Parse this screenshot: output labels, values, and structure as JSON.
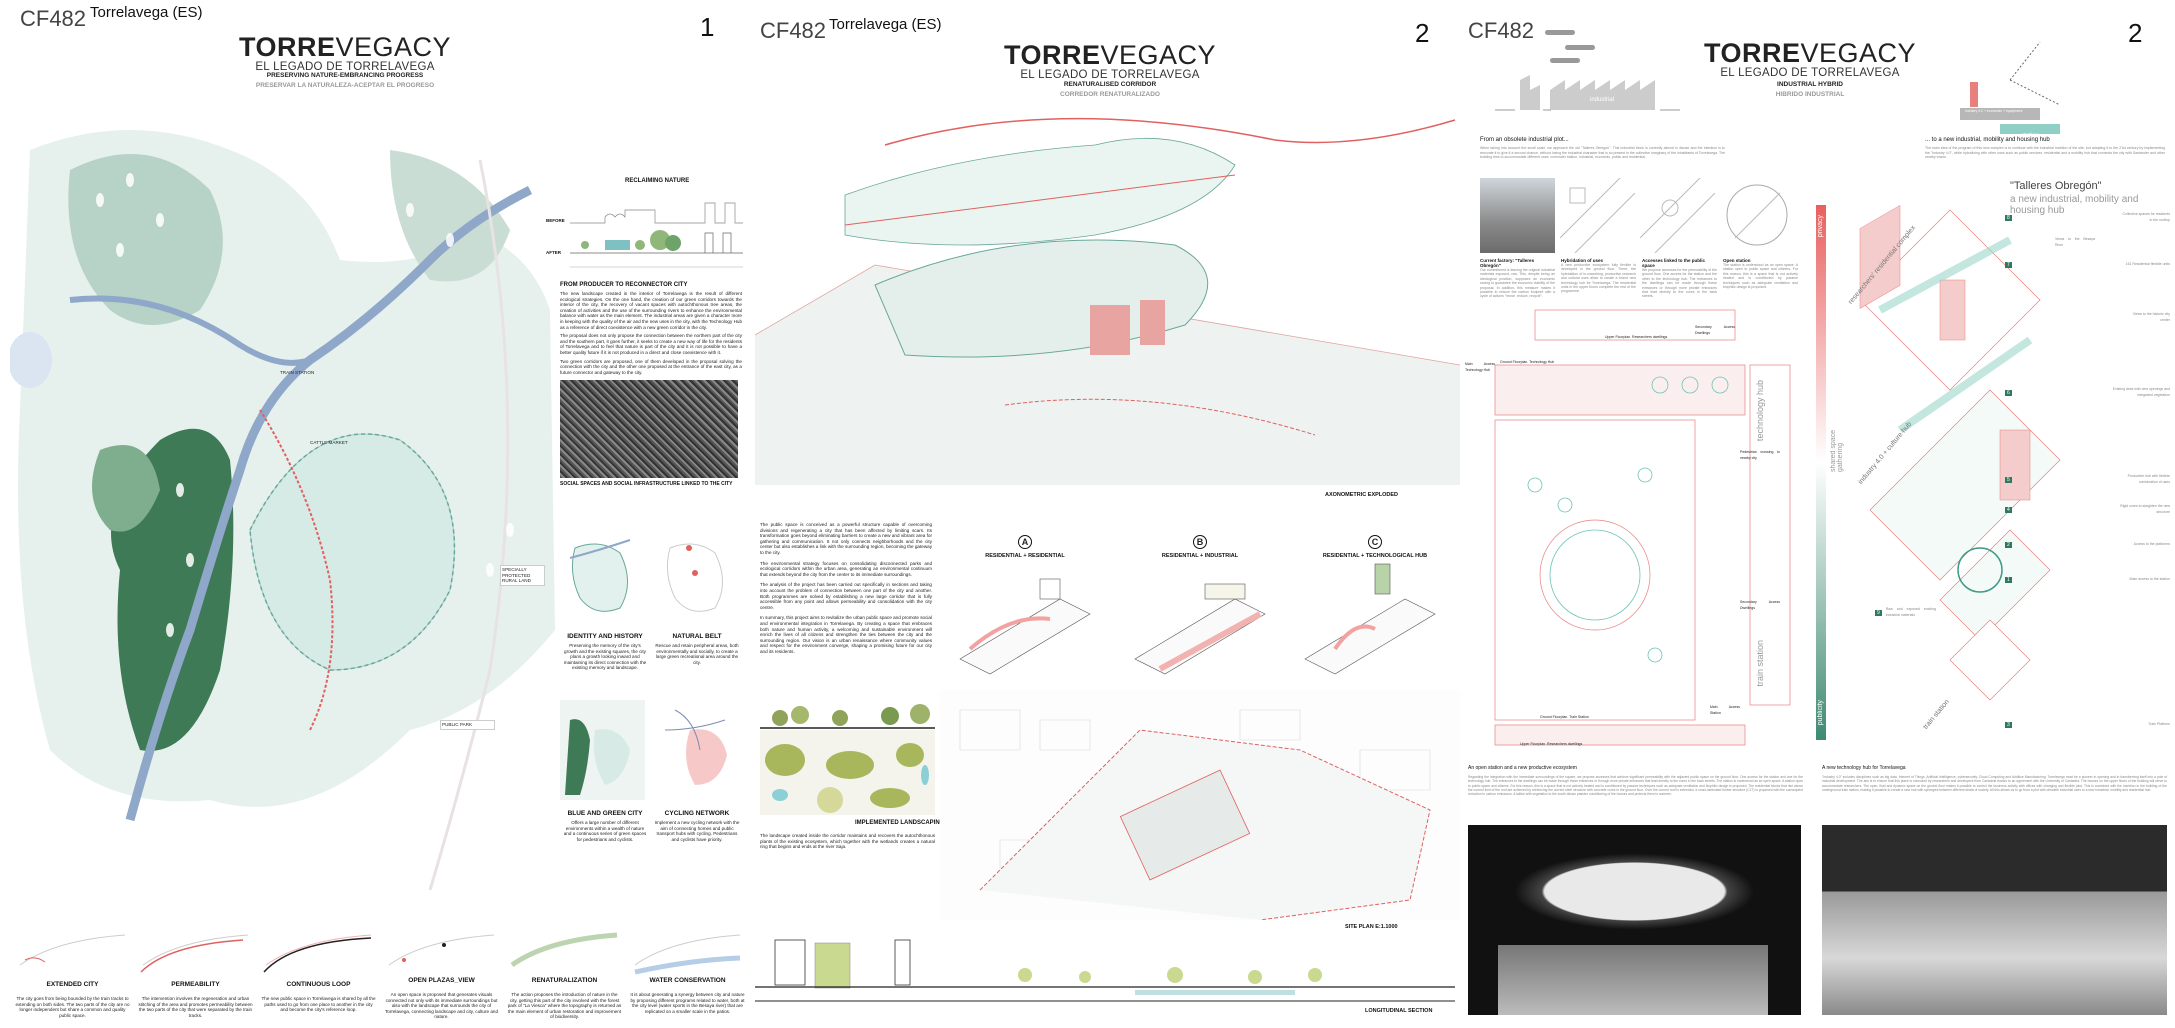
{
  "panel1": {
    "code": "CF482",
    "location": "Torrelavega (ES)",
    "number": "1",
    "logo": {
      "bold": "TORRE",
      "light": "VEGACY",
      "sub": "EL LEGADO DE TORRELAVEGA"
    },
    "subtitle_en": "PRESERVING NATURE-EMBRANCING PROGRESS",
    "subtitle_es": "PRESERVAR LA NATURALEZA-ACEPTAR EL PROGRESO",
    "map_labels": [
      "SPECIALLY PROTECTED RURAL LAND",
      "PUBLIC PARK",
      "CATTLE MARKET",
      "TRAIN STATION"
    ],
    "reclaiming": {
      "title": "RECLAIMING NATURE",
      "before": "BEFORE",
      "after": "AFTER"
    },
    "intro": {
      "heading": "FROM PRODUCER TO RECONNECTOR CITY",
      "paragraphs": [
        "The new landscape created in the interior of Torrelavega is the result of different ecological strategies. On the one hand, the creation of our green corridors towards the interior of the city, the recovery of vacant spaces with autochthonous tree areas, the creation of activities and the use of the surrounding rivers to enhance the environmental balance with water as the main element. The industrial areas are given a character more in keeping with the quality of the air and the new uses in the city, with the Technology Hub as a reference of direct coexistence with a new green corridor in the city.",
        "The proposal does not only propose the connection between the northern part of the city and the southern part, it goes further, it seeks to create a new way of life for the residents of Torrelavega and to feel that nature is part of the city and it is not possible to have a better quality future if it is not produced in a direct and close coexistence with it.",
        "Two green corridors are proposed, one of them developed in the proposal solving the connection with the city and the other one proposed at the entrance of the east city, as a future connector and gateway to the city."
      ]
    },
    "photo_caption": "SOCIAL SPACES AND SOCIAL INFRASTRUCTURE LINKED TO THE CITY",
    "diagrams": [
      {
        "title": "IDENTITY AND HISTORY",
        "text": "Preserving the memory of the city's growth and the existing squares, the city plans a growth looking inward and maintaining its direct connection with the existing memory and landscape."
      },
      {
        "title": "NATURAL BELT",
        "text": "Rescue and retain peripheral areas, both environmentally and socially, to create a large green recreational area around the city."
      },
      {
        "title": "BLUE AND GREEN CITY",
        "text": "Offers a large number of different environments within a wealth of nature and a continuous series of green spaces for pedestrians and cyclists."
      },
      {
        "title": "CYCLING NETWORK",
        "text": "Implement a new cycling network with the aim of connecting homes and public transport hubs with cycling. Pedestrians and cyclists have priority."
      }
    ],
    "strip": [
      {
        "title": "EXTENDED CITY",
        "text": "The city goes from being bounded by the train tracks to extending on both sides. The two parts of the city are no longer independent but share a common and quality public space."
      },
      {
        "title": "PERMEABILITY",
        "text": "The intervention involves the regeneration and urban stitching of the area and promotes permeability between the two parts of the city that were separated by the train tracks."
      },
      {
        "title": "CONTINUOUS LOOP",
        "text": "The new public space in Torrelavega is shared by all the paths used to go from one place to another in the city and become the city's reference loop."
      },
      {
        "title": "OPEN PLAZAS_VIEW",
        "text": "An open space is proposed that generates visuals connected not only with its immediate surroundings but also with the landscape that surrounds the city of Torrelavega, connecting landscape and city, culture and nature."
      },
      {
        "title": "RENATURALIZATION",
        "text": "The action proposes the introduction of nature in the city, getting this part of the city involved with the forest park of \"La Viesca\" where the topography is returned as the main element of urban restoration and improvement of biodiversity."
      },
      {
        "title": "WATER CONSERVATION",
        "text": "It is about generating a synergy between city and nature by proposing different programs related to water, both at the city level (water sports in the Besaya river) that are replicated on a smaller scale in the patios."
      }
    ]
  },
  "panel2": {
    "code": "CF482",
    "location": "Torrelavega (ES)",
    "number": "2",
    "logo": {
      "bold": "TORRE",
      "light": "VEGACY",
      "sub": "EL LEGADO DE TORRELAVEGA"
    },
    "subtitle_en": "RENATURALISED CORRIDOR",
    "subtitle_es": "CORREDOR RENATURALIZADO",
    "axon_label": "AXONOMETRIC EXPLODED",
    "paragraphs": [
      "The public space is conceived as a powerful structure capable of overcoming divisions and regenerating a city that has been affected by limiting scars. Its transformation goes beyond eliminating barriers to create a new and vibrant area for gathering and communication. It not only connects neighborhoods and the city center but also establishes a link with the surrounding region, becoming the gateway to the city.",
      "The environmental strategy focuses on consolidating disconnected parks and ecological corridors within the urban area, generating an environmental continuum that extends beyond the city from the center to its immediate surroundings.",
      "The analysis of the project has been carried out specifically in sections and taking into account the problem of connection between one part of the city and another. Both programmes are solved by establishing a new large corridor that is fully accessible from any point and allows permeability and consolidation with the city centre.",
      "In summary, this project aims to revitalize the urban public space and promote social and environmental integration in Torrelavega. By creating a space that embraces both nature and human activity, a welcoming and sustainable environment will enrich the lives of all citizens and strengthen the ties between the city and the surrounding region. Our vision is an urban renaissance where community values and respect for the environment converge, shaping a promising future for our city and its residents."
    ],
    "sections": [
      {
        "letter": "A",
        "title": "RESIDENTIAL + RESIDENTIAL"
      },
      {
        "letter": "B",
        "title": "RESIDENTIAL + INDUSTRIAL"
      },
      {
        "letter": "C",
        "title": "RESIDENTIAL + TECHNOLOGICAL HUB"
      }
    ],
    "landscaping": {
      "title": "IMPLEMENTED LANDSCAPING",
      "text": "The landscape created inside the corridor maintains and recovers the autochthonous plants of the existing ecosystem, which together with the wetlands creates a natural ring that begins and ends at the river Saja."
    },
    "site_plan": "SITE PLAN E:1.1000",
    "section_label": "LONGITUDINAL SECTION"
  },
  "panel3": {
    "code": "CF482",
    "number": "2",
    "logo": {
      "bold": "TORRE",
      "light": "VEGACY",
      "sub": "EL LEGADO DE TORRELAVEGA"
    },
    "subtitle_en": "INDUSTRIAL HYBRID",
    "subtitle_es": "HIBRIDO INDUSTRIAL",
    "icon_left_label": "industrial",
    "icon_right_label": "industry 4.0 + economic + equipment",
    "icon_station": "station",
    "intro_left": {
      "heading": "From an obsolete industrial plot...",
      "text": "When taking into account the small scale, we approach the old \"Talleres Obregon\". This industrial block is currently almost in disuse and the intention is to renovate it to give it a second chance, without losing the industrial character that is so present in the collective imaginary of the inhabitants of Torrelavega. The building tries to accommodate different uses: commuter station, industrial, economic, public and residential."
    },
    "intro_right": {
      "heading": "... to a new industrial, mobility and housing hub",
      "text": "The main idea of the program of this new complex is to continue with the industrial tradition of the site, but adapting it to the 21st century by implementing the \"Industry 4.0\", while hybridizing with other uses such as public services, residential and a mobility hub that connects the city with Santander and other nearby towns."
    },
    "cards": [
      {
        "title": "Current factory: \"Talleres Obregón\"",
        "text": "Our commitment is leaving the original industrial materials exposed, raw. This, despite being an ideological position, supposes an economic saving to guarantee the economic viability of the proposal. In addition, this measure makes it possible to reduce the carbon footprint with a cycle of actions \"reuse, reduce, recycle\"."
      },
      {
        "title": "Hybridation of uses",
        "text": "A new productive ecosystem fully flexible is developed in the ground floor. There, the hybridation of in-coworking, productive research and cultural uses allow to create a brand new technology hub for Torrelavega. The residential units in the upper floors complete the rest of the programme."
      },
      {
        "title": "Accesses linked to the public space",
        "text": "We propose accesses for the permeability of the ground floor. One access for the station and the other to the technology hub. The entrances to the dwellings can be made through these entrances or through more private entrances that lead directly to the cores in the back streets."
      },
      {
        "title": "Open station",
        "text": "The station is understood as an open space. A station open to public space and citizens. For this reason, this is a space that is not actively heated and is conditioned by passive techniques such as adequate ventilation and biophilic design is proposed."
      }
    ],
    "plan_labels": [
      "Ground Floorplan. Technology Hub",
      "Upper Floorplan. Researchers dwellings",
      "Secondary Access Dwellings",
      "Main Access Technology Hub",
      "Pedestrian crossing to nearby city",
      "Secondary Access Dwellings",
      "Ground Floorplan. Train Station",
      "Upper Floorplan. Researchers dwellings",
      "Main Access Station",
      "technology hub",
      "train station"
    ],
    "gradient": {
      "top": "privacy",
      "middle": "shared space\ngathering",
      "bottom": "publicity"
    },
    "axon": {
      "title": "\"Talleres Obregón\"",
      "subtitle": "a new industrial, mobility and housing hub",
      "zones": [
        "researchers' residential complex",
        "industry 4.0 + culture hub",
        "train station"
      ],
      "callouts": [
        {
          "n": "8",
          "text": "Collective spaces for residents in the rooftop"
        },
        {
          "n": "",
          "text": "Views to the Besaya River"
        },
        {
          "n": "7",
          "text": "161 Residential flexible units"
        },
        {
          "n": "",
          "text": "Views to the historic city center"
        },
        {
          "n": "6",
          "text": "Existing deck with new openings and integrated vegetation"
        },
        {
          "n": "5",
          "text": "Productive hub with flexible combination of uses"
        },
        {
          "n": "4",
          "text": "Rigid cores to staighten the new structure"
        },
        {
          "n": "2",
          "text": "Access to the platforms"
        },
        {
          "n": "1",
          "text": "Main access to the station"
        },
        {
          "n": "9",
          "text": "Raw and exposed existing industrial materials"
        },
        {
          "n": "3",
          "text": "Train Platform"
        }
      ]
    },
    "bottom_left": {
      "heading": "An open station and a new productive ecosystem",
      "text": "Regarding the integration with the immediate surroundings of the square, we propose accesses that achieve significant permeability with the adjacent public space on the ground floor. One access for the station and one for the technology hub. The entrances to the dwellings can be made through these entrances or through more private entrances that lead directly to the cores in the back streets. The station is understood as an open space. A station open to public space and citizens. For this reason, this is a space that is not actively heated and is conditioned by passive techniques such as adequate ventilation and biophilic design is proposed. The residential blocks that rise above the current limit of the roof are achieved by reinforcing the current steel structure with concrete cores in the ground floor. Over the current roof is extended, a cross-laminated timber structure (CLT) is proposed with the consequent reduction in carbon emissions. A lattice with vegetation to the south allows passive conditioning of the houses and protects them in summer."
    },
    "bottom_right": {
      "heading": "A new technology hub for Torrelavega",
      "text": "\"Industry 4.0\" includes disciplines such as big data, Internet of Things, Artificial Intelligence, cybersecurity, Cloud Computing and Additive Manufacturing. Torrelavega must be a pioneer in opening and in transforming itself into a pole of industrial development. The aim is to ensure that this place is colonized by researchers and developers from Cantabria thanks to an agreement with the University of Cantabria. The houses on the upper floors of the building will serve to accommodate researchers. The open, fluid and dynamic space on the ground floor makes it possible to control the business activity with offices with changing and flexible jobs. This is combined with the insertion in the building of the underground train station, making it possible to create a new hub with synergies between different strata of society. All this allows us to go from a plot with obsolete industrial uses to a new industrial, mobility and residential hub."
    }
  },
  "colors": {
    "red": "#e0615f",
    "teal": "#3f9a86",
    "green": "#2f7a52",
    "lightgreen": "#cfe4dc",
    "river": "#8fa7c8"
  }
}
